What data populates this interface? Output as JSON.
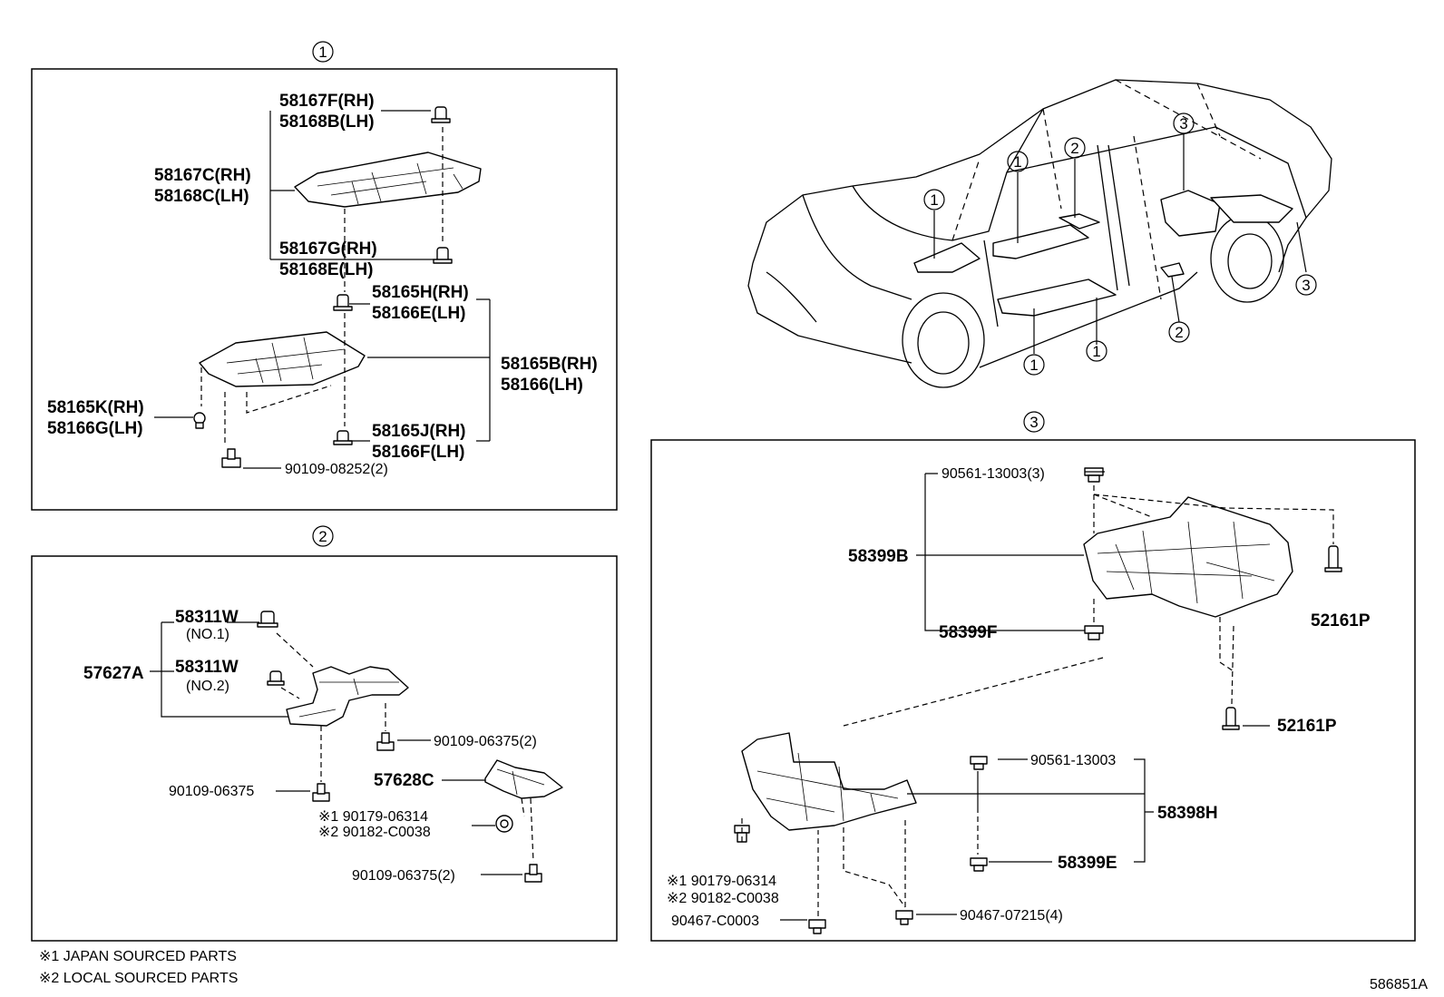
{
  "diagram_id": "586851A",
  "notes": [
    "※1 JAPAN SOURCED PARTS",
    "※2 LOCAL SOURCED PARTS"
  ],
  "callouts": [
    "1",
    "2",
    "3"
  ],
  "group1": {
    "p_58167F": "58167F(RH)",
    "p_58168B": "58168B(LH)",
    "p_58167C": "58167C(RH)",
    "p_58168C": "58168C(LH)",
    "p_58167G": "58167G(RH)",
    "p_58168E": "58168E(LH)",
    "p_58165H": "58165H(RH)",
    "p_58166E": "58166E(LH)",
    "p_58165B": "58165B(RH)",
    "p_58166": "58166(LH)",
    "p_58165K": "58165K(RH)",
    "p_58166G": "58166G(LH)",
    "p_58165J": "58165J(RH)",
    "p_58166F": "58166F(LH)",
    "p_90109_08252": "90109-08252(2)"
  },
  "group2": {
    "p_58311W_1": "58311W",
    "no1": "(NO.1)",
    "p_57627A": "57627A",
    "p_58311W_2": "58311W",
    "no2": "(NO.2)",
    "p_90109_06375_a": "90109-06375(2)",
    "p_57628C": "57628C",
    "p_90109_06375_b": "90109-06375",
    "p_90179_06314": "※1 90179-06314",
    "p_90182_C0038": "※2 90182-C0038",
    "p_90109_06375_c": "90109-06375(2)"
  },
  "group3": {
    "p_90561_13003_3": "90561-13003(3)",
    "p_58399B": "58399B",
    "p_58399F": "58399F",
    "p_52161P_a": "52161P",
    "p_52161P_b": "52161P",
    "p_90561_13003": "90561-13003",
    "p_58398H": "58398H",
    "p_58399E": "58399E",
    "p_90179_06314": "※1 90179-06314",
    "p_90182_C0038": "※2 90182-C0038",
    "p_90467_C0003": "90467-C0003",
    "p_90467_07215": "90467-07215(4)"
  }
}
